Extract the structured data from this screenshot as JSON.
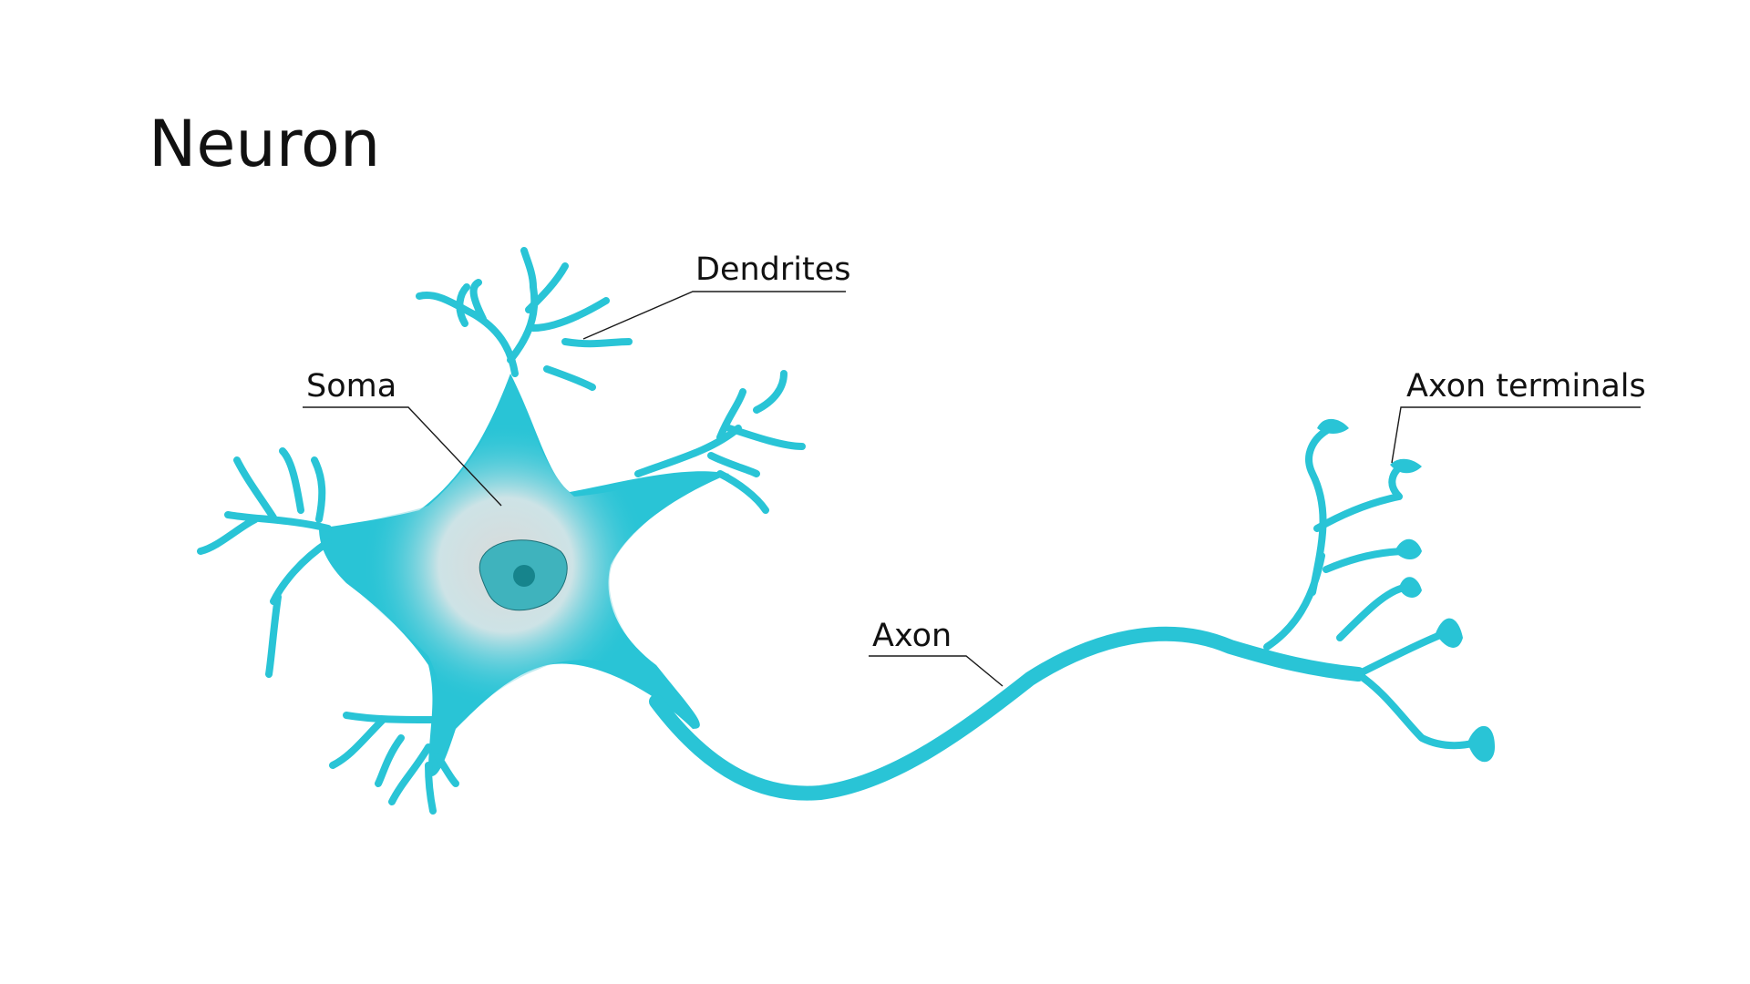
{
  "title": "Neuron",
  "labels": {
    "dendrites": "Dendrites",
    "soma": "Soma",
    "axon": "Axon",
    "axon_terminals": "Axon terminals"
  },
  "colors": {
    "neuron": "#29c4d6",
    "soma_center": "#d9d9d9",
    "nucleus": "#3fb3bd",
    "nucleolus": "#16848c",
    "text": "#111111",
    "background": "#ffffff"
  }
}
